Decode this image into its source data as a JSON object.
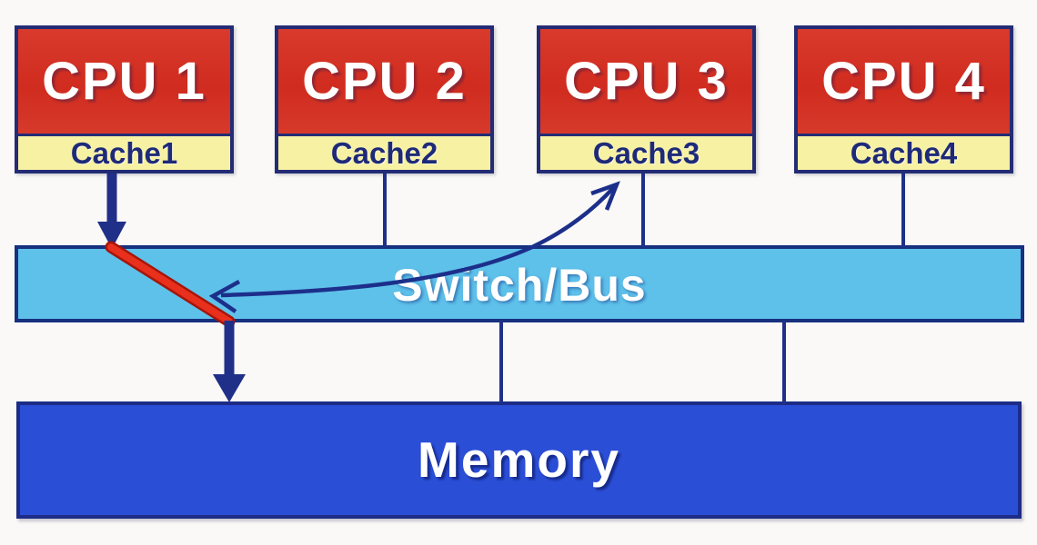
{
  "nodes": {
    "cpus": [
      {
        "label": "CPU 1",
        "cache_label": "Cache1"
      },
      {
        "label": "CPU 2",
        "cache_label": "Cache2"
      },
      {
        "label": "CPU 3",
        "cache_label": "Cache3"
      },
      {
        "label": "CPU 4",
        "cache_label": "Cache4"
      }
    ],
    "bus": {
      "label": "Switch/Bus"
    },
    "memory": {
      "label": "Memory"
    }
  },
  "arrows": [
    {
      "name": "cache1-to-bus",
      "style": "thick-navy",
      "direction": "down"
    },
    {
      "name": "bus-crossing-highlight",
      "style": "red-diagonal",
      "direction": "down-right"
    },
    {
      "name": "bus-to-memory",
      "style": "thick-navy",
      "direction": "down"
    },
    {
      "name": "bus-to-cache3-curve",
      "style": "thin-navy-curved",
      "direction": "double-headed"
    }
  ],
  "colors": {
    "background": "#faf9f7",
    "cpu_fill": "#d43528",
    "cache_fill": "#f7f1a3",
    "bus_fill": "#5ec1ea",
    "memory_fill": "#2b4ed6",
    "border_navy": "#232c74",
    "arrow_navy": "#203088",
    "highlight_red": "#e02414",
    "label_navy": "#1e2a78",
    "label_white": "#ffffff"
  }
}
